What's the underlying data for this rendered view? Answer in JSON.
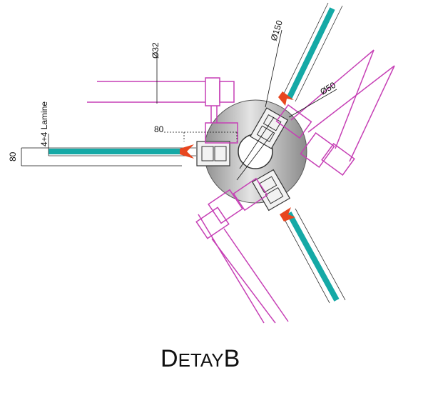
{
  "labels": {
    "dim_pipe": "Ø32",
    "dim_hub": "Ø150",
    "dim_pin": "Ø50",
    "dim_offset": "80",
    "dim_thickness": "80",
    "glass_spec": "4+4 Lamine"
  },
  "title": {
    "d": "D",
    "etay": "ETAY",
    "b": "B"
  },
  "colors": {
    "hub": "#9c9c9c",
    "glass": "#15a9a6",
    "frame": "#c63fb5",
    "clamp": "#e8461f",
    "profile": "#444444",
    "dimension": "#111111"
  }
}
